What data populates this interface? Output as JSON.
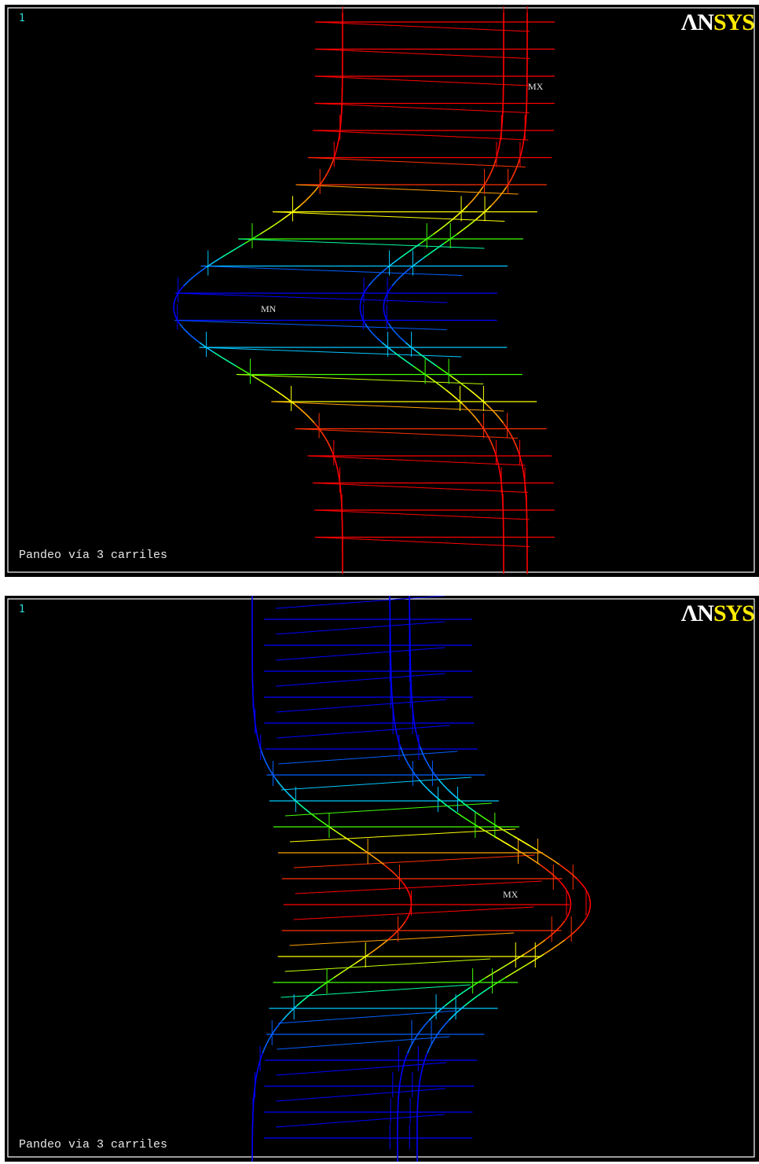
{
  "panels": [
    {
      "window_number": "1",
      "logo_main": "ΛN",
      "logo_accent": "SYS",
      "max_label": "MX",
      "min_label": "MN",
      "caption": "Pandeo vía 3 carriles"
    },
    {
      "window_number": "1",
      "logo_main": "ΛN",
      "logo_accent": "SYS",
      "max_label": "MX",
      "caption": "Pandeo via 3 carriles"
    }
  ],
  "colors": {
    "frame": "#ffffff",
    "background": "#000000",
    "contour": [
      "#0000ff",
      "#0060ff",
      "#00c8ff",
      "#00ffa0",
      "#40ff00",
      "#c0ff00",
      "#ffff00",
      "#ffa000",
      "#ff3000",
      "#ff0000"
    ]
  }
}
